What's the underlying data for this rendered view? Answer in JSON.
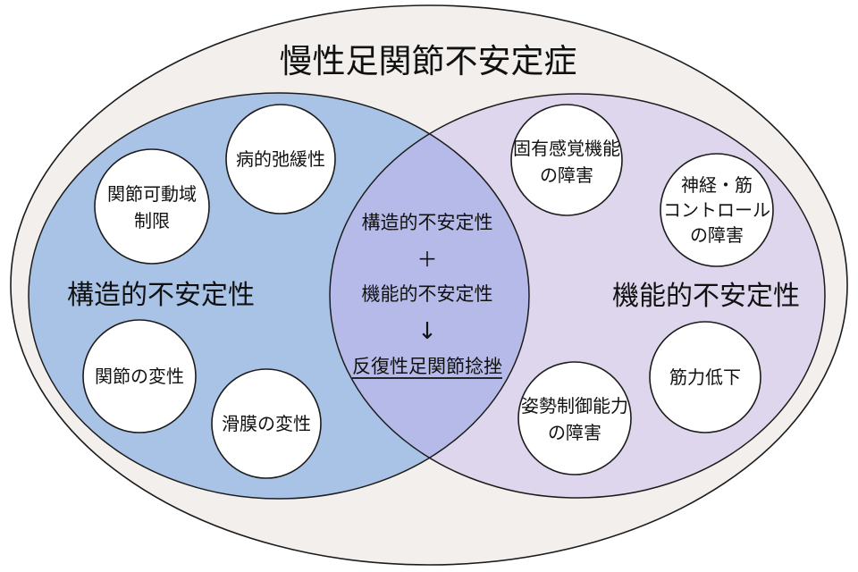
{
  "diagram": {
    "title": "慢性足関節不安定症",
    "colors": {
      "outer_fill": "#f2efed",
      "left_fill": "#a9c3e7",
      "right_fill": "#ddd6ec",
      "intersection_fill": "#b5bae8",
      "stroke": "#1c1c1c"
    },
    "left_set": {
      "label": "構造的不安定性",
      "items": [
        {
          "lines": [
            "病的弛緩性"
          ]
        },
        {
          "lines": [
            "関節可動域",
            "制限"
          ]
        },
        {
          "lines": [
            "関節の変性"
          ]
        },
        {
          "lines": [
            "滑膜の変性"
          ]
        }
      ]
    },
    "right_set": {
      "label": "機能的不安定性",
      "items": [
        {
          "lines": [
            "固有感覚機能",
            "の障害"
          ]
        },
        {
          "lines": [
            "神経・筋",
            "コントロール",
            "の障害"
          ]
        },
        {
          "lines": [
            "筋力低下"
          ]
        },
        {
          "lines": [
            "姿勢制御能力",
            "の障害"
          ]
        }
      ]
    },
    "intersection": {
      "line1": "構造的不安定性",
      "plus": "＋",
      "line2": "機能的不安定性",
      "arrow": "↓",
      "result": "反復性足関節捻挫"
    }
  }
}
